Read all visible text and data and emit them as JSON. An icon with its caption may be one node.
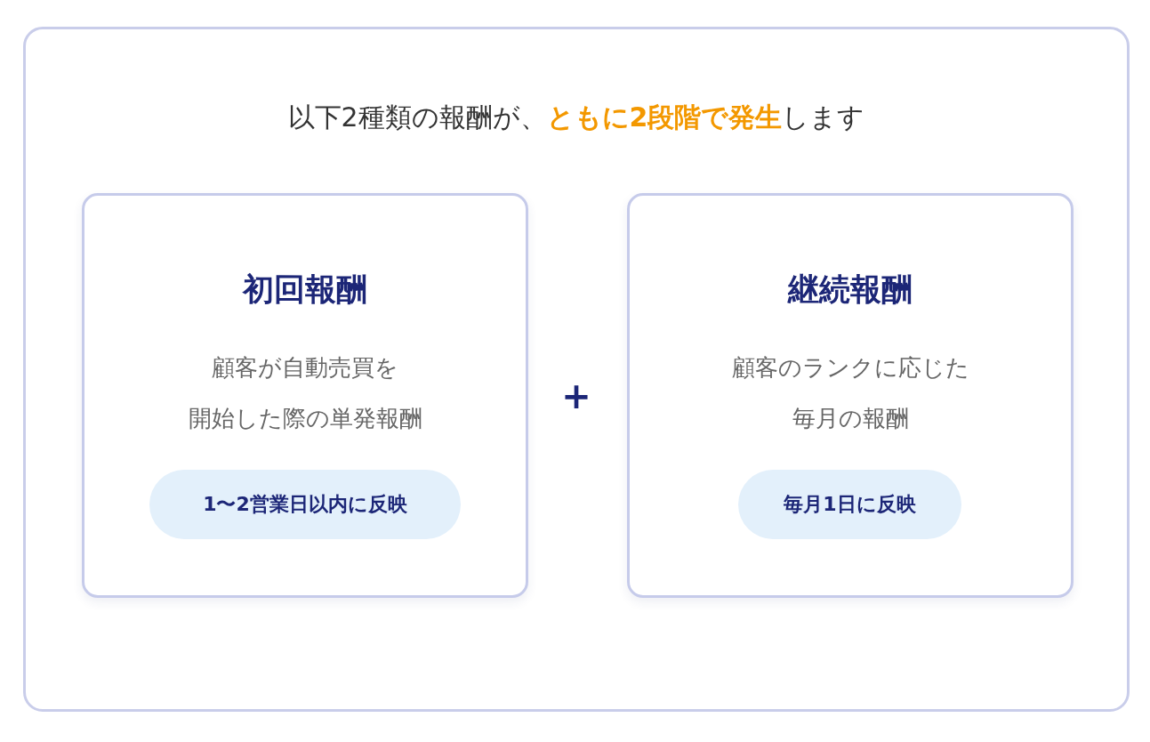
{
  "diagram": {
    "nodes": [
      {
        "text": [
          "以下2種類の報酬が、**ともに2段階で発生**します"
        ]
      },
      {
        "text": [
          "初回報酬",
          "顧客が自動売買を開始した際の単発報酬"
        ],
        "in": 0
      },
      {
        "text": [
          "1〜2営業日以内に反映"
        ],
        "in": 1
      },
      {
        "text": [
          "継続報酬",
          "顧客のランクに応じた毎月の報酬"
        ],
        "in": 0
      },
      {
        "text": [
          "毎月1日に反映"
        ],
        "in": 3
      }
    ],
    "labels": [
      "+"
    ]
  }
}
